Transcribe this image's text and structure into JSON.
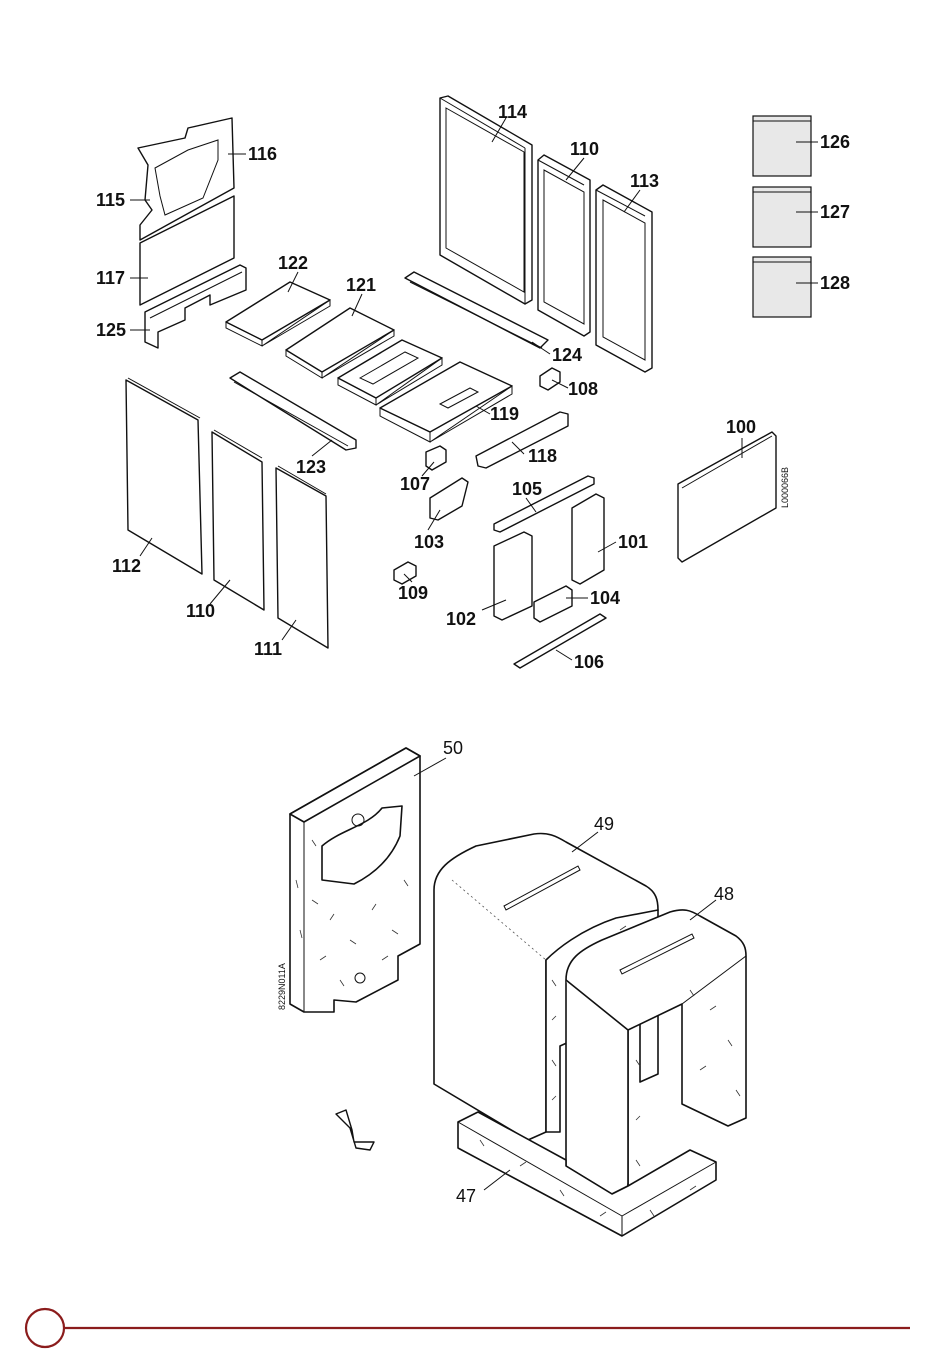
{
  "labels_top": {
    "p114": "114",
    "p110a": "110",
    "p113": "113",
    "p126": "126",
    "p127": "127",
    "p128": "128",
    "p116": "116",
    "p115": "115",
    "p117": "117",
    "p125": "125",
    "p122": "122",
    "p121": "121",
    "p124": "124",
    "p108": "108",
    "p119": "119",
    "p123": "123",
    "p118": "118",
    "p107": "107",
    "p100": "100",
    "p105": "105",
    "p103": "103",
    "p101": "101",
    "p112": "112",
    "p109": "109",
    "p104": "104",
    "p110b": "110",
    "p102": "102",
    "p111": "111",
    "p106": "106"
  },
  "labels_bottom": {
    "p50": "50",
    "p49": "49",
    "p48": "48",
    "p47": "47"
  },
  "figure_codes": {
    "top": "L000066B",
    "bottom": "8229N011A"
  },
  "colors": {
    "footer_rule": "#8b1c1c",
    "line": "#111111",
    "panel_fill": "#e8e8e8"
  }
}
